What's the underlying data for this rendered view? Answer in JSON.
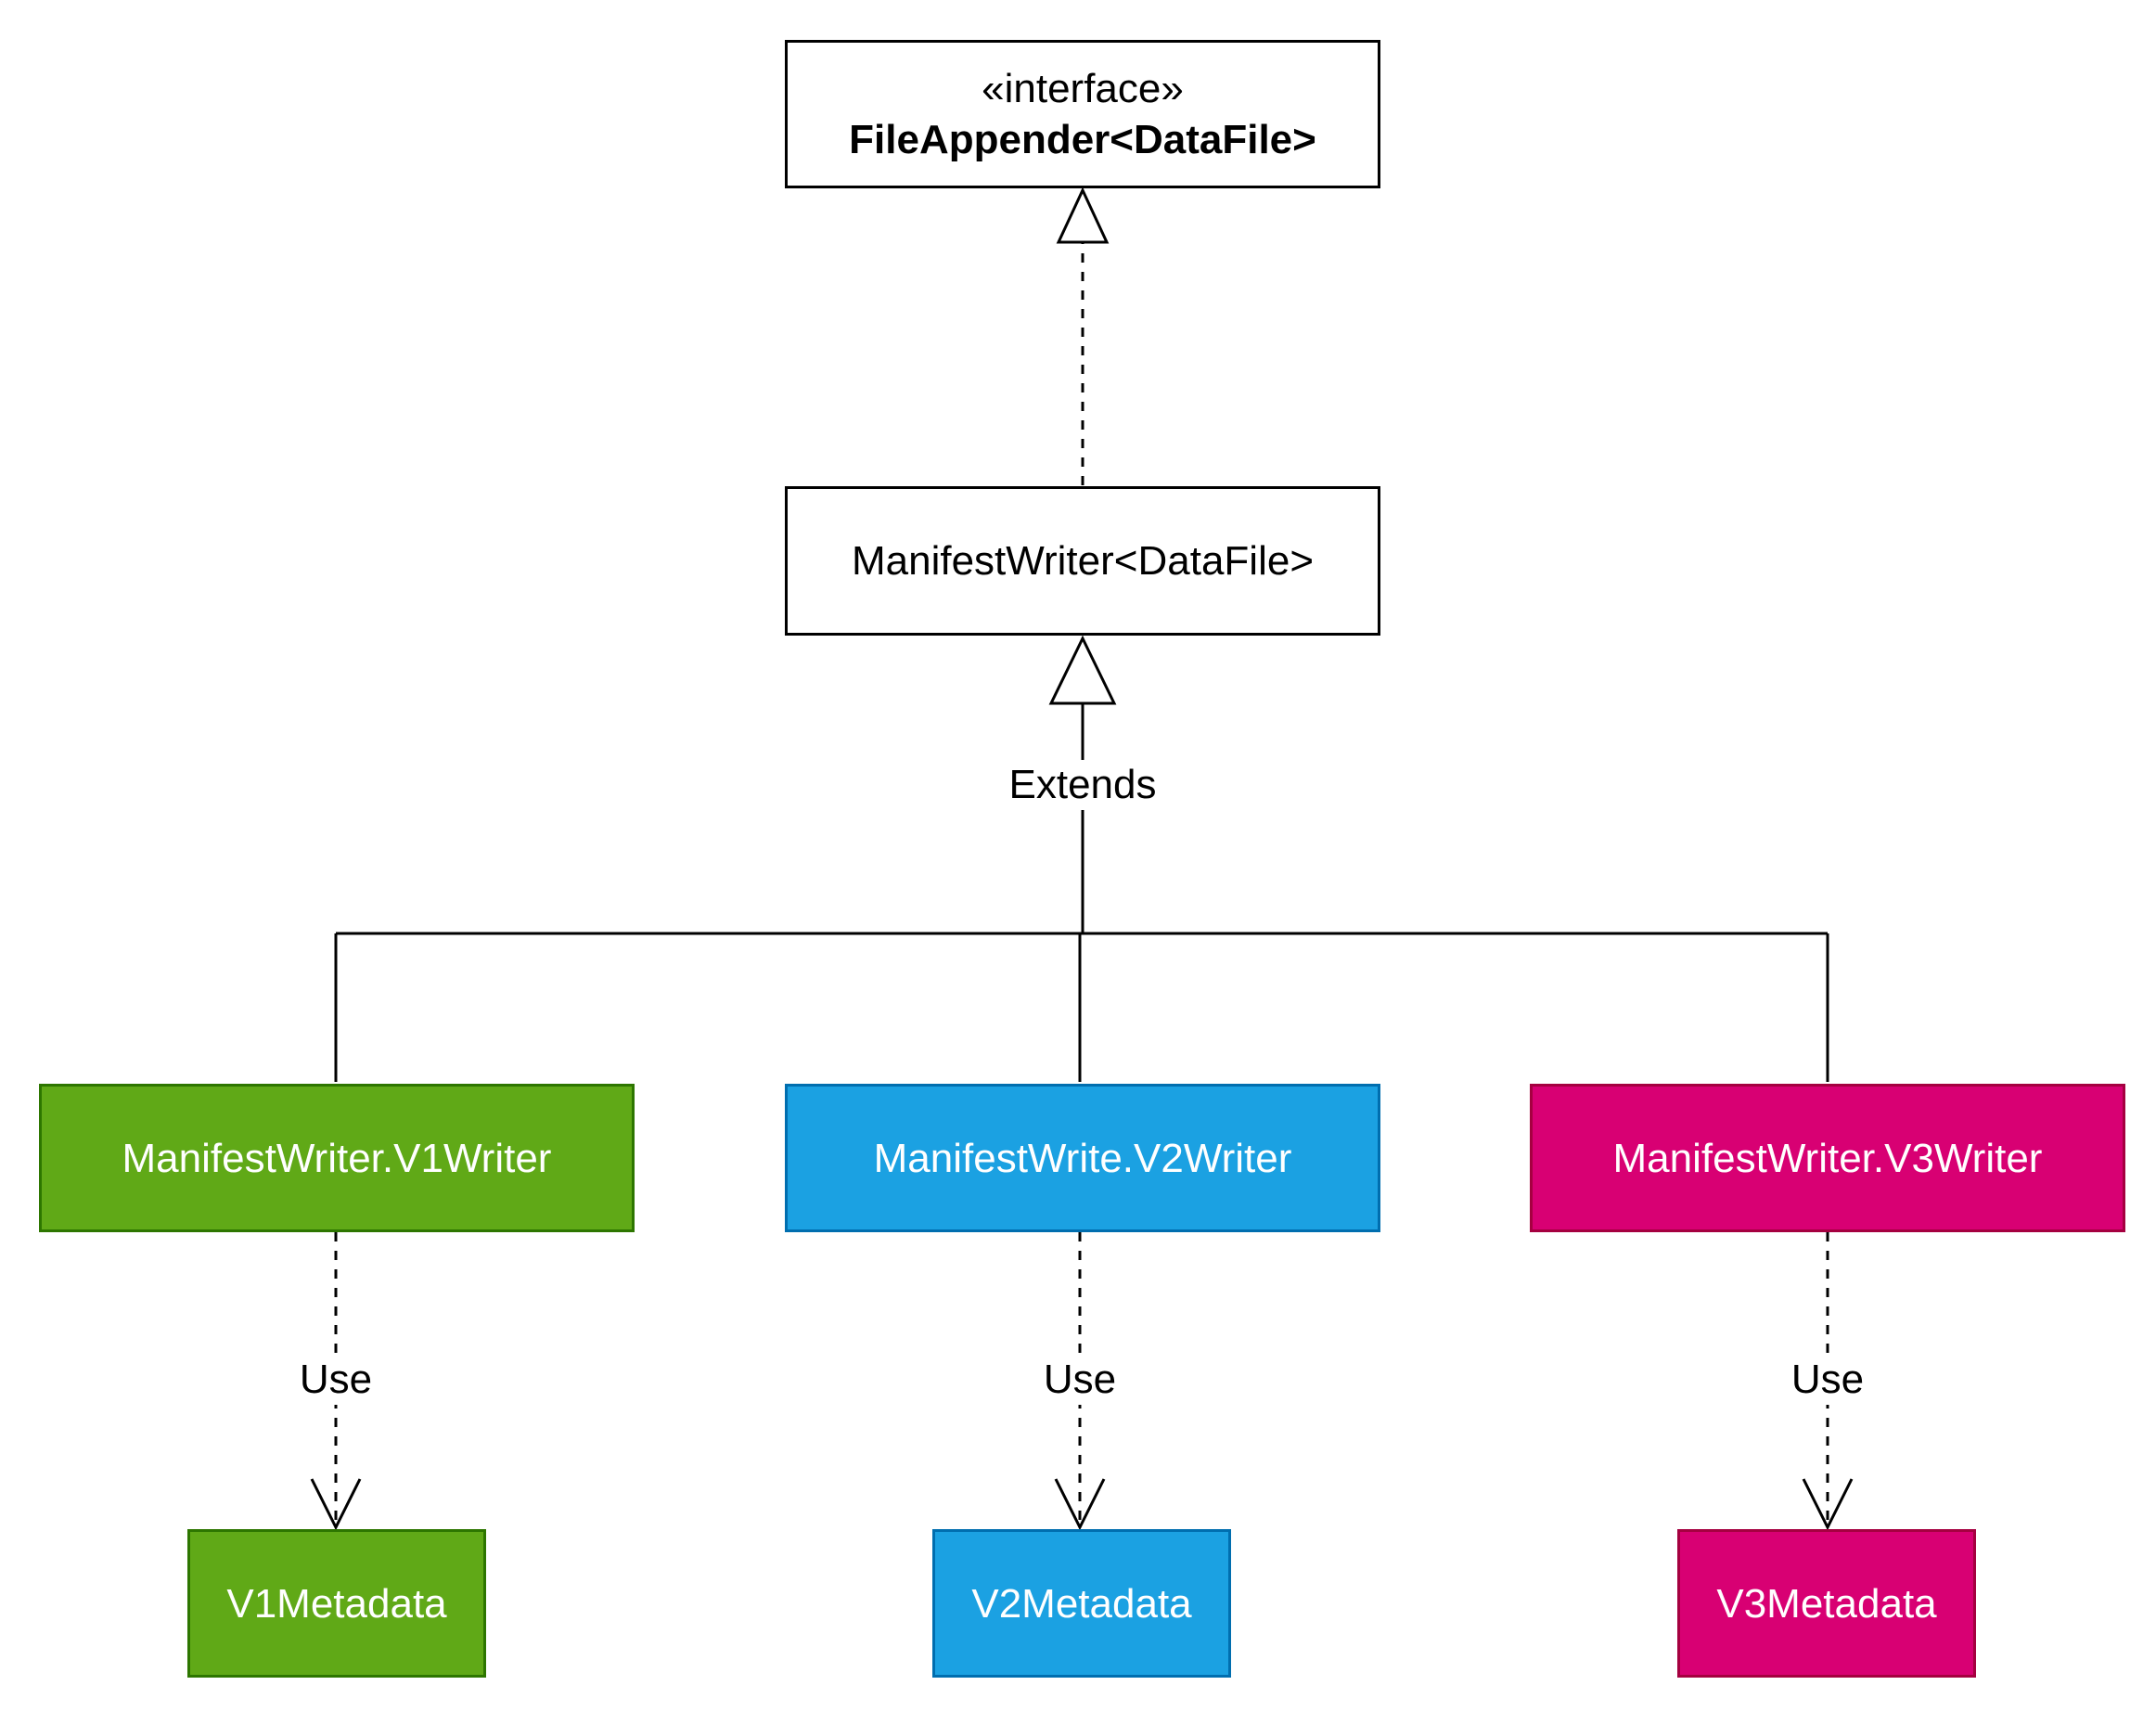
{
  "interface_box": {
    "stereotype": "«interface»",
    "name": "FileAppender<DataFile>"
  },
  "manifest_writer": {
    "name": "ManifestWriter<DataFile>"
  },
  "extends_label": "Extends",
  "writers": [
    {
      "name": "ManifestWriter.V1Writer",
      "fill": "#60a917",
      "stroke": "#2d7600"
    },
    {
      "name": "ManifestWrite.V2Writer",
      "fill": "#1ba1e2",
      "stroke": "#006eaf"
    },
    {
      "name": "ManifestWriter.V3Writer",
      "fill": "#d80073",
      "stroke": "#a50040"
    }
  ],
  "metadata": [
    {
      "name": "V1Metadata",
      "fill": "#60a917",
      "stroke": "#2d7600"
    },
    {
      "name": "V2Metadata",
      "fill": "#1ba1e2",
      "stroke": "#006eaf"
    },
    {
      "name": "V3Metadata",
      "fill": "#d80073",
      "stroke": "#a50040"
    }
  ],
  "use_labels": [
    "Use",
    "Use",
    "Use"
  ]
}
